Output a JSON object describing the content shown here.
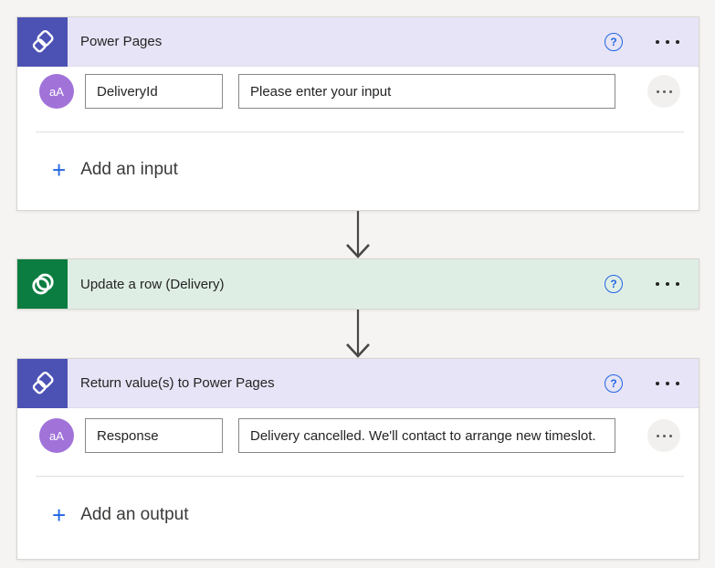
{
  "colors": {
    "page_background": "#f5f4f3",
    "power_pages_accent": "#4c52b4",
    "power_pages_header": "#e6e4f6",
    "dataverse_accent": "#0b7d40",
    "dataverse_header": "#dfeee5",
    "avatar_purple": "#a173d9",
    "link_blue": "#2266e3",
    "help_blue": "#2266e3",
    "arrow_gray": "#4a4846"
  },
  "cards": [
    {
      "title": "Power Pages",
      "icon": "power-pages-icon",
      "help_label": "?",
      "avatar_label": "aA",
      "fields": {
        "name": "DeliveryId",
        "description": "Please enter your input"
      },
      "add_plus": "+",
      "add_label": "Add an input"
    },
    {
      "title": "Update a row (Delivery)",
      "icon": "dataverse-icon",
      "help_label": "?"
    },
    {
      "title": "Return value(s) to Power Pages",
      "icon": "power-pages-icon",
      "help_label": "?",
      "avatar_label": "aA",
      "fields": {
        "name": "Response",
        "description": "Delivery cancelled. We'll contact to arrange new timeslot."
      },
      "add_plus": "+",
      "add_label": "Add an output"
    }
  ]
}
